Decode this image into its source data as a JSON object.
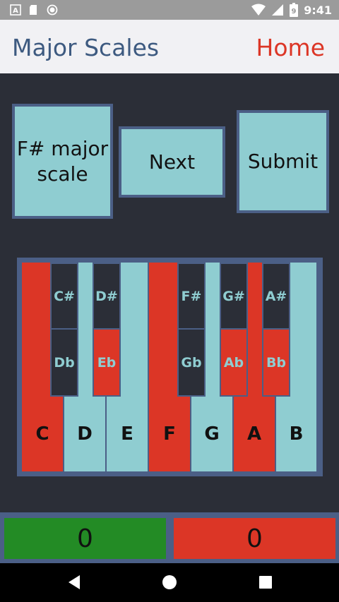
{
  "status_bar": {
    "time": "9:41",
    "battery_level": "9"
  },
  "app_bar": {
    "title": "Major Scales",
    "home_label": "Home"
  },
  "controls": {
    "scale_line1": "F# major",
    "scale_line2": "scale",
    "next_label": "Next",
    "submit_label": "Submit"
  },
  "piano": {
    "white_keys": [
      {
        "label": "C",
        "selected": true
      },
      {
        "label": "D",
        "selected": false
      },
      {
        "label": "E",
        "selected": false
      },
      {
        "label": "F",
        "selected": true
      },
      {
        "label": "G",
        "selected": false
      },
      {
        "label": "A",
        "selected": true
      },
      {
        "label": "B",
        "selected": false
      }
    ],
    "black_keys": [
      {
        "sharp": "C#",
        "flat": "Db",
        "sharp_selected": false,
        "flat_selected": false
      },
      {
        "sharp": "D#",
        "flat": "Eb",
        "sharp_selected": false,
        "flat_selected": true
      },
      {
        "sharp": "F#",
        "flat": "Gb",
        "sharp_selected": false,
        "flat_selected": false
      },
      {
        "sharp": "G#",
        "flat": "Ab",
        "sharp_selected": false,
        "flat_selected": true
      },
      {
        "sharp": "A#",
        "flat": "Bb",
        "sharp_selected": false,
        "flat_selected": true
      }
    ]
  },
  "score": {
    "correct": "0",
    "incorrect": "0"
  },
  "colors": {
    "key_default": "#8fcdd1",
    "key_selected": "#dc3626",
    "correct_bg": "#238b25",
    "incorrect_bg": "#dc3626",
    "border": "#4b5f86"
  }
}
